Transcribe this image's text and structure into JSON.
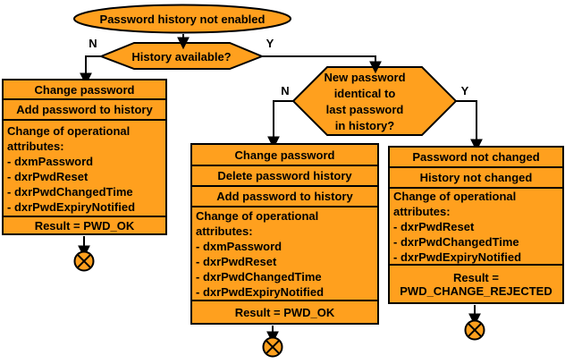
{
  "colors": {
    "shape_fill": "#FFA01E",
    "outline": "#000000",
    "background": "#FFFFFF"
  },
  "flowchart": {
    "start": {
      "label": "Password history not enabled"
    },
    "decision_history": {
      "label": "History available?",
      "no_label": "N",
      "yes_label": "Y"
    },
    "decision_identical": {
      "lines": [
        "New password",
        "identical to",
        "last password",
        "in history?"
      ],
      "no_label": "N",
      "yes_label": "Y"
    },
    "branch_no_history": {
      "steps": [
        "Change password",
        "Add password to history"
      ],
      "attributes_header": "Change of operational attributes:",
      "attributes": [
        "- dxmPassword",
        "- dxrPwdReset",
        "- dxrPwdChangedTime",
        "- dxrPwdExpiryNotified"
      ],
      "result": "Result = PWD_OK"
    },
    "branch_not_identical": {
      "steps": [
        "Change password",
        "Delete password history",
        "Add password to history"
      ],
      "attributes_header": "Change of operational attributes:",
      "attributes": [
        "- dxmPassword",
        "- dxrPwdReset",
        "- dxrPwdChangedTime",
        "- dxrPwdExpiryNotified"
      ],
      "result": "Result = PWD_OK"
    },
    "branch_identical": {
      "steps": [
        "Password not changed",
        "History not changed"
      ],
      "attributes_header": "Change of operational attributes:",
      "attributes": [
        "- dxrPwdReset",
        "- dxrPwdChangedTime",
        "- dxrPwdExpiryNotified"
      ],
      "result": "Result = PWD_CHANGE_REJECTED"
    }
  }
}
